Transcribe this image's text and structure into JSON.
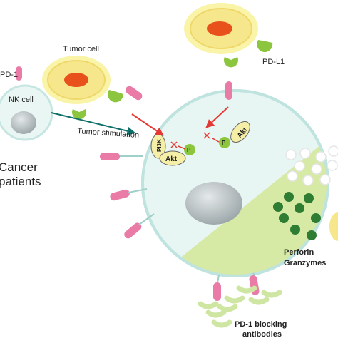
{
  "labels": {
    "pd1": "PD-1",
    "nk_cell": "NK cell",
    "tumor_cell": "Tumor cell",
    "pd_l1": "PD-L1",
    "tumor_stimulation": "Tumor stimulation",
    "cancer": "Cancer",
    "patients": "patients",
    "pi3k": "PI3K",
    "akt_left": "Akt",
    "akt_right": "Akt",
    "p_left": "P",
    "p_right": "P",
    "perforin": "Perforin",
    "granzymes": "Granzymes",
    "pd1_blocking": "PD-1 blocking",
    "antibodies": "antibodies"
  },
  "colors": {
    "nk_cell_fill": "#e6f5f3",
    "nk_cell_stroke": "#bfe3de",
    "nucleus": "#b9c2c4",
    "tumor_glow": "#f8f29a",
    "tumor_body": "#f6e58a",
    "tumor_nucleus": "#e8501c",
    "pd1_receptor": "#ea7ba6",
    "pd_l1_ligand": "#8cc63f",
    "activated_region": "#d6e9a5",
    "granzyme": "#2e7d32",
    "antibody": "#cfe6a3",
    "inhibition_arrow": "#e53935",
    "stimulation_arrow": "#0f6f6a"
  }
}
